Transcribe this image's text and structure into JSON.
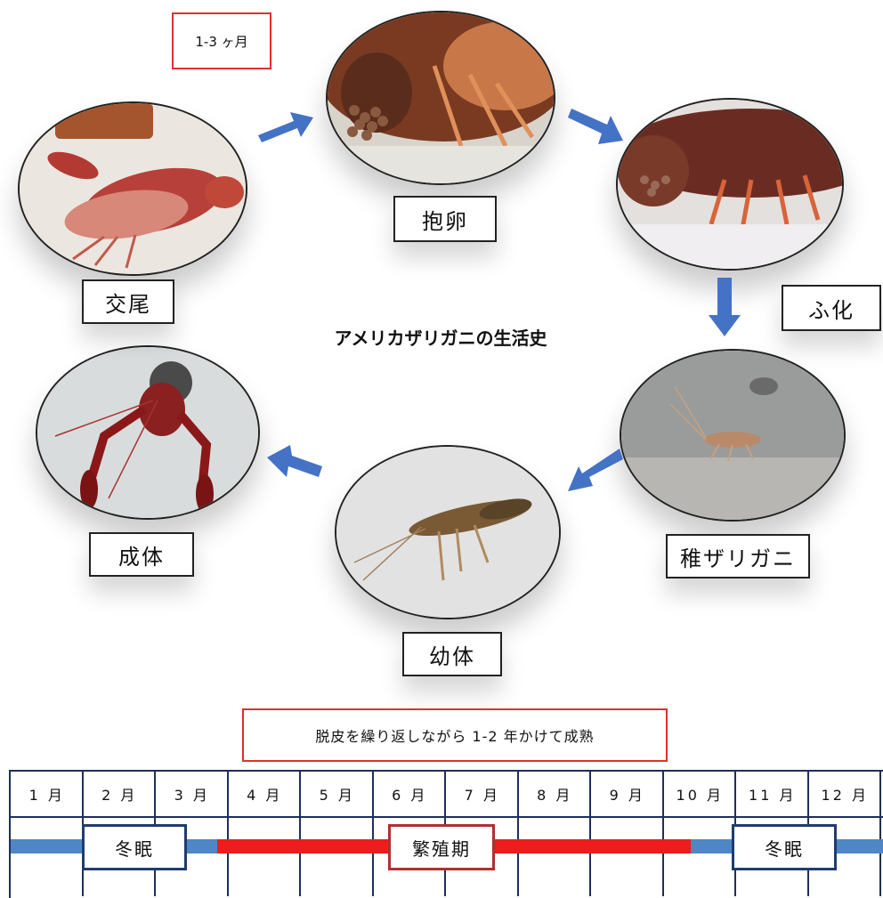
{
  "title": "アメリカザリガニの生活史",
  "duration_note": "1-3 ヶ月",
  "maturity_note": "脱皮を繰り返しながら 1-2 年かけて成熟",
  "stages": {
    "mating": "交尾",
    "egg_bearing": "抱卵",
    "hatching": "ふ化",
    "hatchling": "稚ザリガニ",
    "juvenile": "幼体",
    "adult": "成体"
  },
  "timeline": {
    "months": [
      "1 月",
      "2 月",
      "3 月",
      "4 月",
      "5 月",
      "6 月",
      "7 月",
      "8 月",
      "9 月",
      "10 月",
      "11 月",
      "12 月"
    ],
    "periods": {
      "hibernation_start": "冬眠",
      "breeding": "繁殖期",
      "hibernation_end": "冬眠"
    },
    "colors": {
      "hibernation": "#4f86c6",
      "breeding": "#ee1c1c",
      "grid": "#1f2f5a",
      "arrow": "#4472c4"
    }
  }
}
